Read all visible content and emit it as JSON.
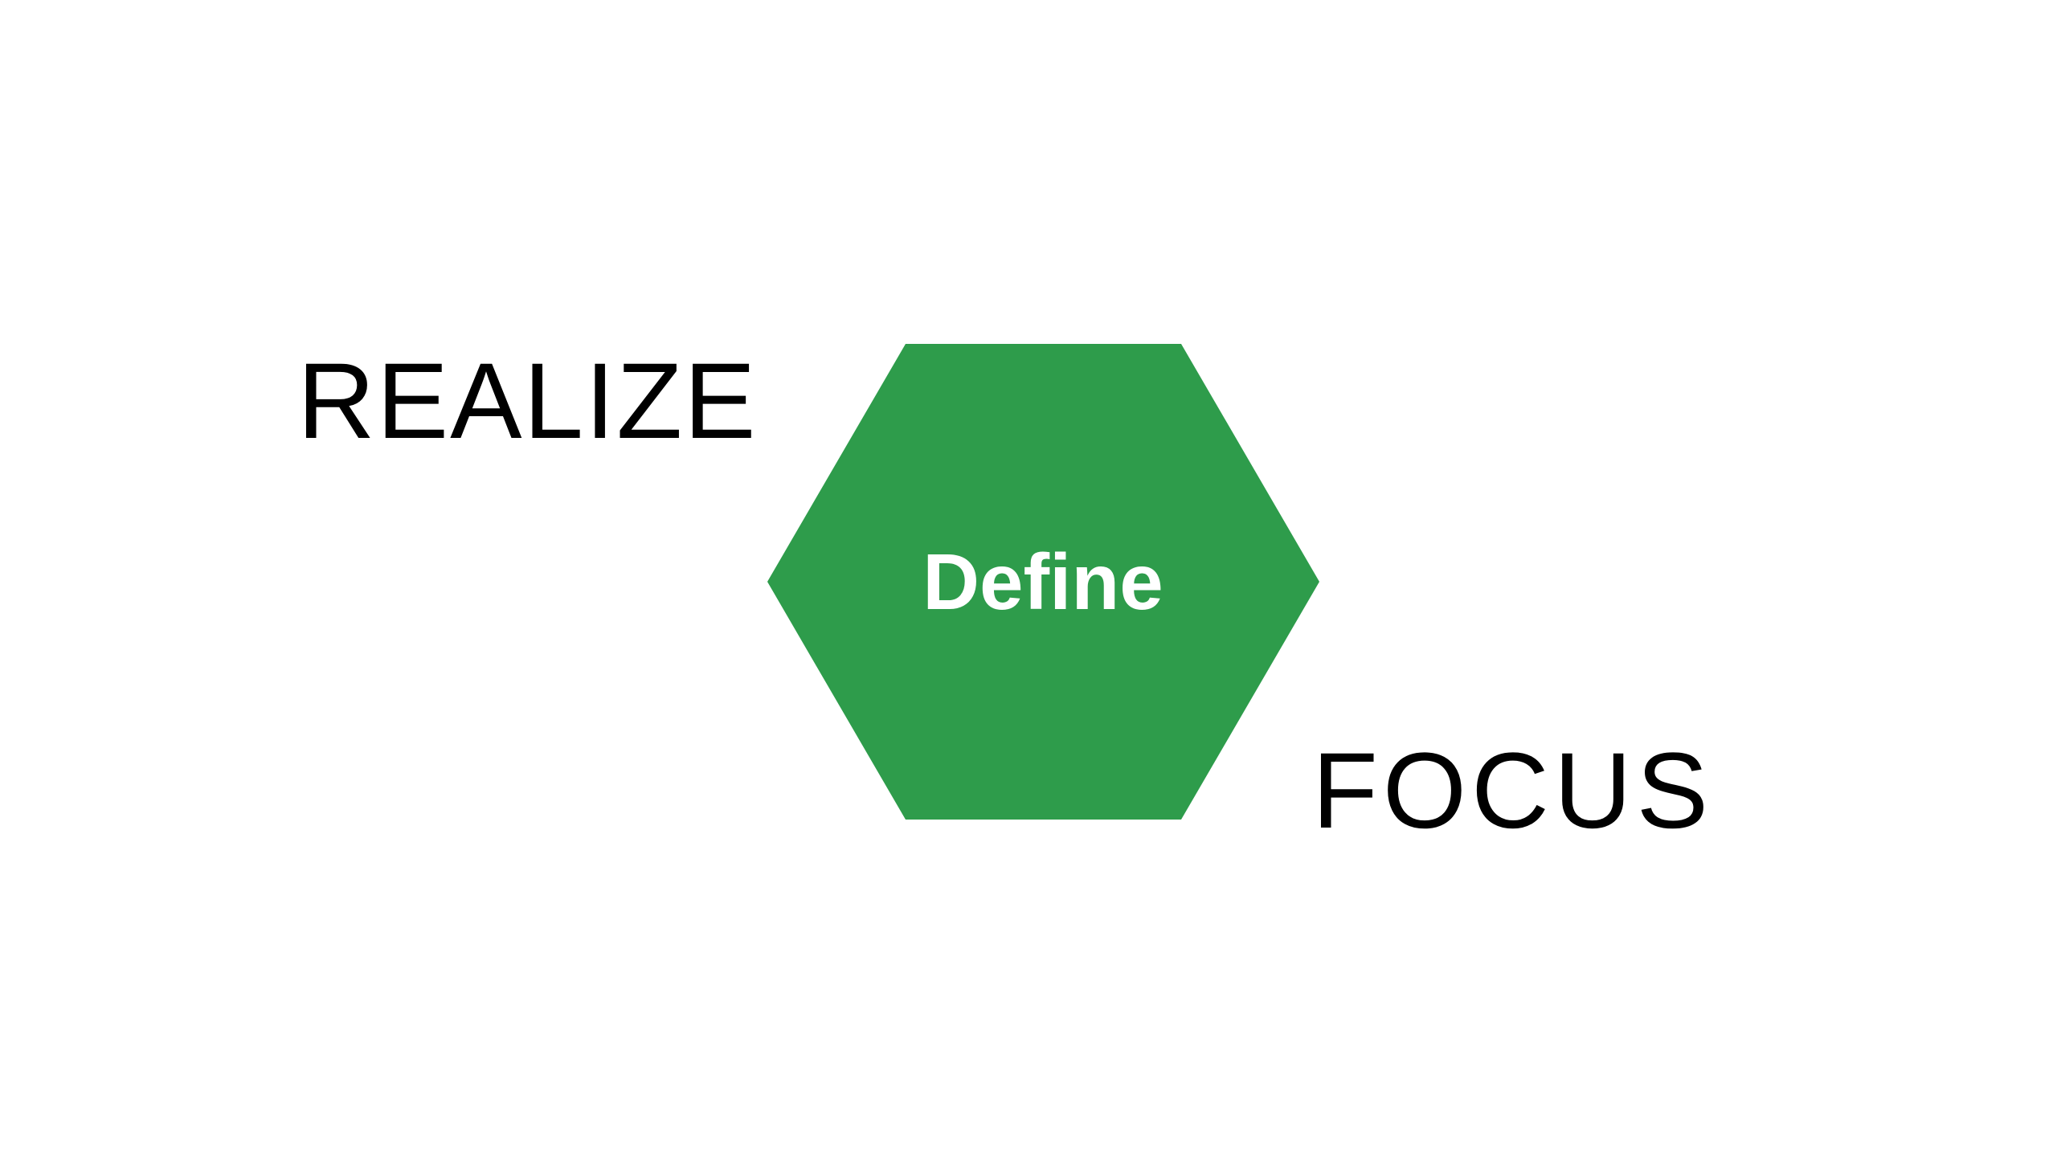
{
  "diagram": {
    "left_label": "REALIZE",
    "right_label": "FOCUS",
    "center_label": "Define",
    "colors": {
      "hexagon_fill": "#2e9c4b",
      "center_text": "#ffffff",
      "outer_text": "#000000",
      "background": "#ffffff"
    }
  }
}
